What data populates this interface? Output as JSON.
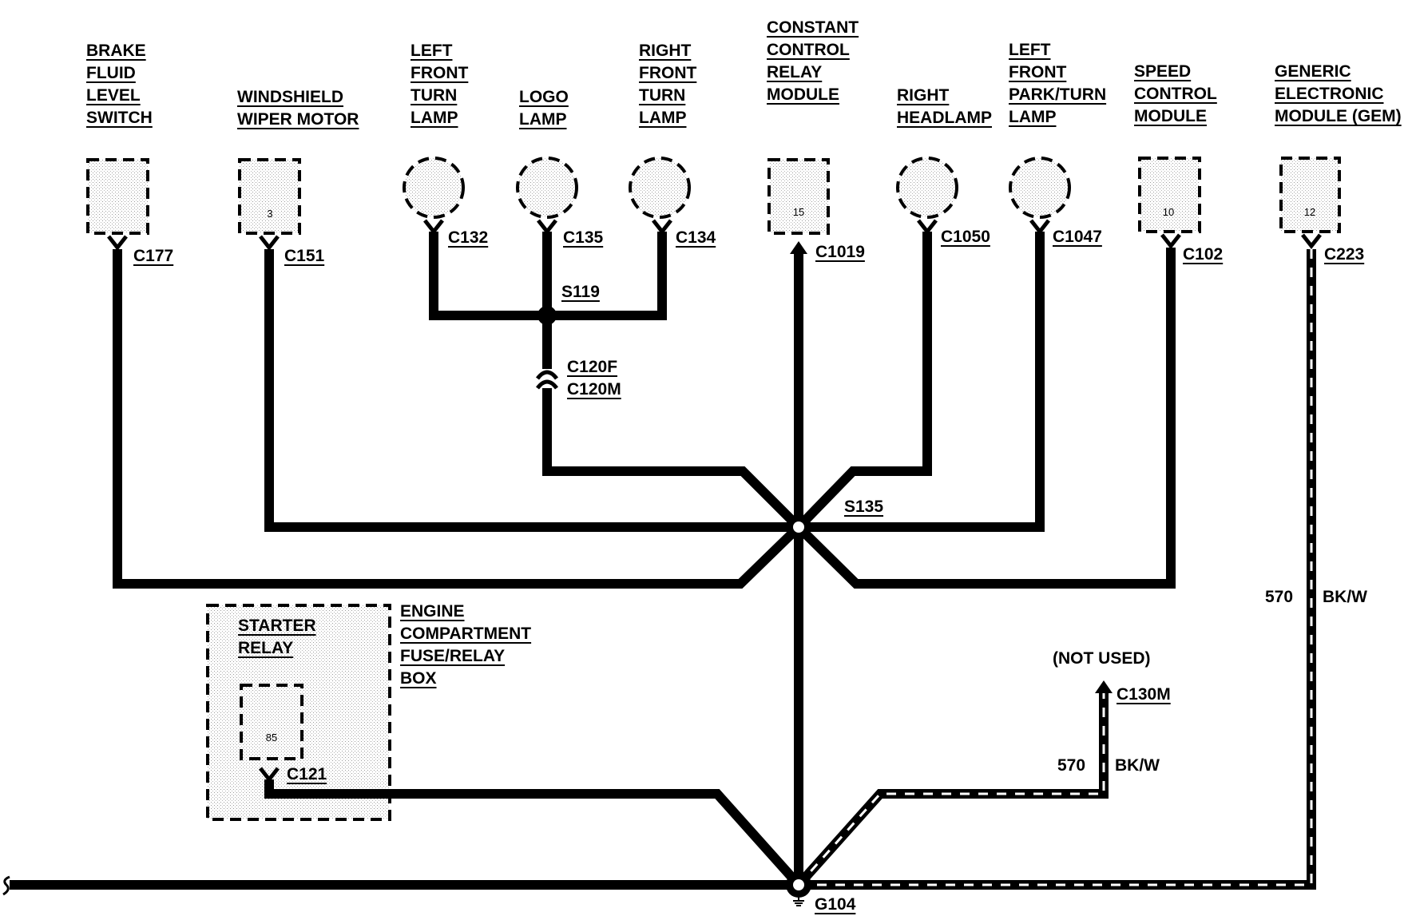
{
  "components": {
    "brake_fluid": [
      "BRAKE",
      "FLUID",
      "LEVEL",
      "SWITCH"
    ],
    "wiper_motor": [
      "WINDSHIELD",
      "WIPER MOTOR"
    ],
    "left_front_turn": [
      "LEFT",
      "FRONT",
      "TURN",
      "LAMP"
    ],
    "logo_lamp": [
      "LOGO",
      "LAMP"
    ],
    "right_front_turn": [
      "RIGHT",
      "FRONT",
      "TURN",
      "LAMP"
    ],
    "constant_control": [
      "CONSTANT",
      "CONTROL",
      "RELAY",
      "MODULE"
    ],
    "right_headlamp": [
      "RIGHT",
      "HEADLAMP"
    ],
    "left_front_park": [
      "LEFT",
      "FRONT",
      "PARK/TURN",
      "LAMP"
    ],
    "speed_control": [
      "SPEED",
      "CONTROL",
      "MODULE"
    ],
    "gem": [
      "GENERIC",
      "ELECTRONIC",
      "MODULE (GEM)"
    ],
    "starter_relay": [
      "STARTER",
      "RELAY"
    ],
    "fuse_box": [
      "ENGINE",
      "COMPARTMENT",
      "FUSE/RELAY",
      "BOX"
    ]
  },
  "pins": {
    "wiper": "3",
    "ccrm": "15",
    "speed": "10",
    "gem": "12",
    "starter": "85"
  },
  "connectors": {
    "c177": "C177",
    "c151": "C151",
    "c132": "C132",
    "c135": "C135",
    "c134": "C134",
    "c1019": "C1019",
    "c1050": "C1050",
    "c1047": "C1047",
    "c102": "C102",
    "c223": "C223",
    "c120f": "C120F",
    "c120m": "C120M",
    "c121": "C121",
    "c130m": "C130M"
  },
  "splices": {
    "s119": "S119",
    "s135": "S135"
  },
  "ground": "G104",
  "not_used": "(NOT USED)",
  "wires": {
    "gem_circuit": "570",
    "gem_color": "BK/W",
    "c130_circuit": "570",
    "c130_color": "BK/W"
  }
}
